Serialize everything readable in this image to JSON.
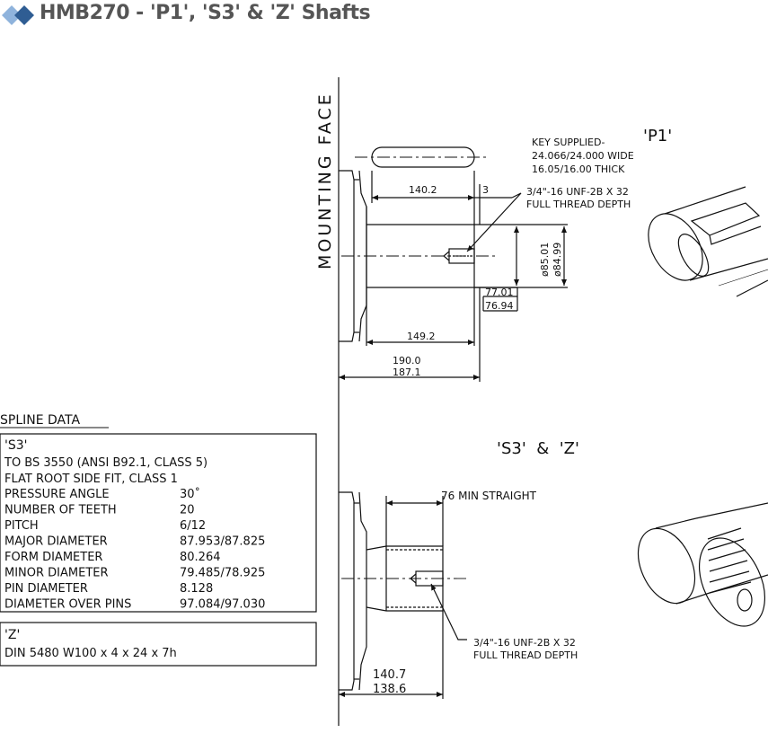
{
  "page": {
    "title": "HMB270 - 'P1', 'S3' & 'Z' Shafts",
    "colors": {
      "logo_dark": "#2f5d93",
      "logo_light": "#8fb3dc",
      "title": "#555555",
      "line": "#111111"
    }
  },
  "drawing": {
    "mounting_face_label": "MOUNTING FACE",
    "p1": {
      "label": "'P1'",
      "key_note": [
        "KEY SUPPLIED-",
        "24.066/24.000 WIDE",
        "16.05/16.00 THICK"
      ],
      "dim_140_2": "140.2",
      "dim_3": "3",
      "thread_note": [
        "3/4\"-16 UNF-2B X 32",
        "FULL THREAD DEPTH"
      ],
      "dia_85": "ø85.01",
      "dia_84": "ø84.99",
      "dim_77_01": "77.01",
      "dim_76_94": "76.94",
      "dim_149_2": "149.2",
      "dim_190_0": "190.0",
      "dim_187_1": "187.1"
    },
    "s3z": {
      "label": "'S3'  &  'Z'",
      "min_straight": "76 MIN STRAIGHT",
      "thread_note": [
        "3/4\"-16 UNF-2B X 32",
        "FULL THREAD DEPTH"
      ],
      "dim_140_7": "140.7",
      "dim_138_6": "138.6"
    }
  },
  "spline_data": {
    "heading": "SPLINE DATA",
    "s3": {
      "label": "'S3'",
      "lines": [
        "TO BS 3550 (ANSI B92.1, CLASS 5)",
        "FLAT ROOT SIDE FIT, CLASS 1"
      ],
      "rows": [
        {
          "k": "PRESSURE ANGLE",
          "v": "30˚"
        },
        {
          "k": "NUMBER OF TEETH",
          "v": "20"
        },
        {
          "k": "PITCH",
          "v": "6/12"
        },
        {
          "k": "MAJOR DIAMETER",
          "v": "87.953/87.825"
        },
        {
          "k": "FORM DIAMETER",
          "v": "80.264"
        },
        {
          "k": "MINOR DIAMETER",
          "v": "79.485/78.925"
        },
        {
          "k": "PIN DIAMETER",
          "v": "8.128"
        },
        {
          "k": "DIAMETER OVER PINS",
          "v": "97.084/97.030"
        }
      ]
    },
    "z": {
      "label": "'Z'",
      "line": "DIN 5480 W100 x 4 x 24 x 7h"
    }
  }
}
